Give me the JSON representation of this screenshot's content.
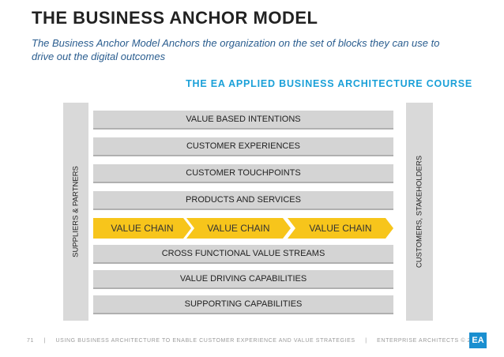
{
  "title": "THE BUSINESS ANCHOR MODEL",
  "subtitle": "The Business Anchor Model Anchors the organization on the set of blocks they can use to drive out the digital outcomes",
  "course": "THE EA APPLIED BUSINESS ARCHITECTURE COURSE",
  "left_side_label": "SUPPLIERS & PARTNERS",
  "right_side_label": "CUSTOMERS, STAKEHOLDERS",
  "blocks_top": [
    "VALUE BASED INTENTIONS",
    "CUSTOMER EXPERIENCES",
    "CUSTOMER TOUCHPOINTS",
    "PRODUCTS AND SERVICES"
  ],
  "value_chains": [
    "VALUE CHAIN",
    "VALUE CHAIN",
    "VALUE CHAIN"
  ],
  "blocks_bottom": [
    "CROSS FUNCTIONAL VALUE STREAMS",
    "VALUE DRIVING CAPABILITIES",
    "SUPPORTING CAPABILITIES"
  ],
  "footer": {
    "page": "71",
    "sep1": "|",
    "text": "USING BUSINESS ARCHITECTURE TO ENABLE CUSTOMER EXPERIENCE AND VALUE STRATEGIES",
    "sep2": "|",
    "copyright": "ENTERPRISE ARCHITECTS © 2014"
  },
  "logo": "EA",
  "colors": {
    "accent": "#1aa0d8",
    "block": "#d4d4d4",
    "chevron": "#f7c51b",
    "subtitle": "#2a5d8f"
  }
}
